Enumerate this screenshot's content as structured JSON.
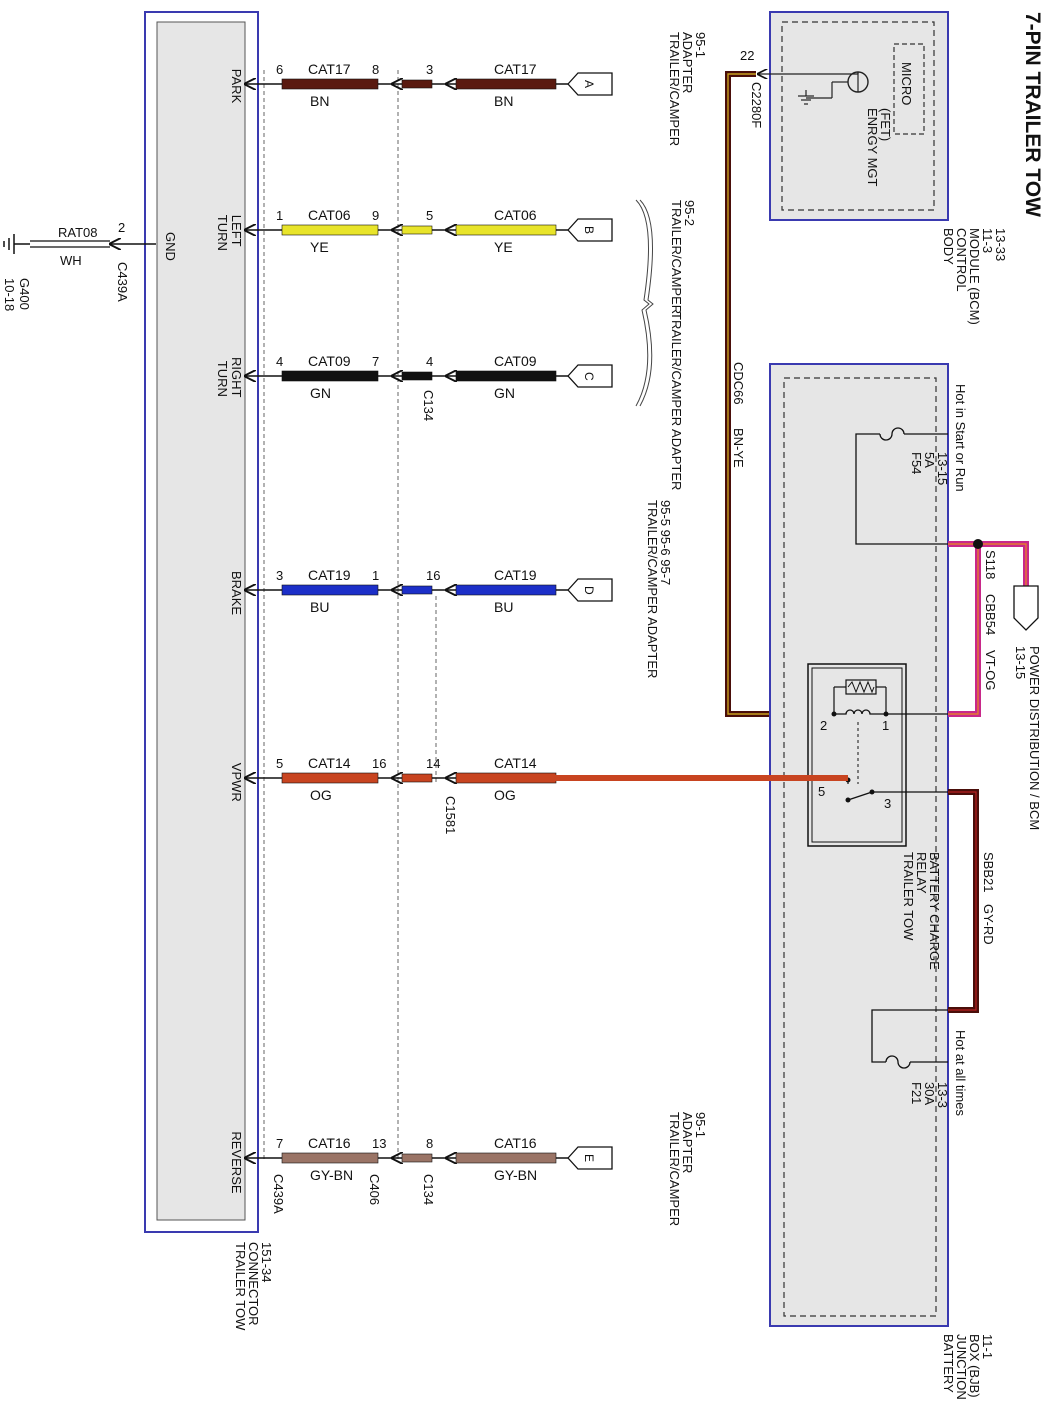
{
  "title": "7-PIN TRAILER TOW",
  "trailer_connector": {
    "name_lines": [
      "TRAILER TOW",
      "CONNECTOR",
      "151-34"
    ],
    "gnd_label": "GND",
    "pins": [
      {
        "func_lines": [
          "PARK"
        ],
        "pin": "6",
        "circuit": "CAT17",
        "color_code": "BN",
        "c406_pin": "8",
        "c134_pin": "3",
        "adapter_letter": "A",
        "wire_color": "#5a1a10"
      },
      {
        "func_lines": [
          "LEFT",
          "TURN"
        ],
        "pin": "1",
        "circuit": "CAT06",
        "color_code": "YE",
        "c406_pin": "9",
        "c134_pin": "5",
        "adapter_letter": "B",
        "wire_color": "#e8e42a"
      },
      {
        "func_lines": [
          "RIGHT",
          "TURN"
        ],
        "pin": "4",
        "circuit": "CAT09",
        "color_code": "GN",
        "c406_pin": "7",
        "c134_pin": "4",
        "adapter_letter": "C",
        "wire_color": "#111111"
      },
      {
        "func_lines": [
          "BRAKE"
        ],
        "pin": "3",
        "circuit": "CAT19",
        "color_code": "BU",
        "c406_pin": "1",
        "c134_pin": "16",
        "adapter_letter": "D",
        "wire_color": "#1c2fc8"
      },
      {
        "func_lines": [
          "VPWR"
        ],
        "pin": "5",
        "circuit": "CAT14",
        "color_code": "OG",
        "c406_pin": "16",
        "c134_pin": "14",
        "adapter_letter": "",
        "wire_color": "#c84420"
      },
      {
        "func_lines": [
          "REVERSE"
        ],
        "pin": "7",
        "circuit": "CAT16",
        "color_code": "GY-BN",
        "c406_pin": "13",
        "c134_pin": "8",
        "adapter_letter": "E",
        "wire_color": "#9a7466"
      }
    ]
  },
  "connector_labels": {
    "c439a": "C439A",
    "c406": "C406",
    "c134_right_turn": "C134",
    "c1581": "C1581",
    "c134_reverse": "C134"
  },
  "ground": {
    "circuit": "RAT08",
    "color_code": "WH",
    "pin": "2",
    "connector": "C439A",
    "name": "G400",
    "page": "10-18"
  },
  "adapter_labels": {
    "park": [
      "TRAILER/CAMPER",
      "ADAPTER",
      "95-1"
    ],
    "turn": [
      "TRAILER/CAMPER",
      "95-2"
    ],
    "turn_second": "TRAILER/CAMPER ADAPTER",
    "brake": [
      "TRAILER/CAMPER ADAPTER",
      "95-5   95-6   95-7"
    ],
    "reverse": [
      "TRAILER/CAMPER",
      "ADAPTER",
      "95-1"
    ]
  },
  "bcm": {
    "name_lines": [
      "BODY",
      "CONTROL",
      "MODULE (BCM)",
      "11-3",
      "13-33"
    ],
    "micro": "MICRO",
    "energy_lines": [
      "ENRGY MGT",
      "(FET)"
    ],
    "pin": "22",
    "connector": "C2280F"
  },
  "cdc66": {
    "circuit": "CDC66",
    "color_code": "BN-YE"
  },
  "bjb": {
    "name_lines": [
      "BATTERY",
      "JUNCTION",
      "BOX (BJB)",
      "11-1"
    ],
    "hot_start_run": "Hot in Start or Run",
    "f54_lines": [
      "F54",
      "5A",
      "13-15"
    ],
    "hot_all_times": "Hot at all times",
    "f21_lines": [
      "F21",
      "30A",
      "13-3"
    ],
    "relay_lines": [
      "TRAILER TOW",
      "RELAY",
      "BATTERY CHARGE"
    ],
    "relay_pins": {
      "p1": "1",
      "p2": "2",
      "p3": "3",
      "p5": "5"
    }
  },
  "cbb54": {
    "splice": "S118",
    "circuit": "CBB54",
    "color_code": "VT-OG"
  },
  "power_dist": {
    "name": "POWER DISTRIBUTION / BCM",
    "page": "13-15"
  },
  "sbb21": {
    "circuit": "SBB21",
    "color_code": "GY-RD"
  },
  "colors": {
    "module_border": "#3a3ab0",
    "module_fill": "#e6e6e6",
    "cdc66": "#4a0e0a",
    "cbb54": "#c8288a",
    "sbb21": "#4a0e0a"
  }
}
